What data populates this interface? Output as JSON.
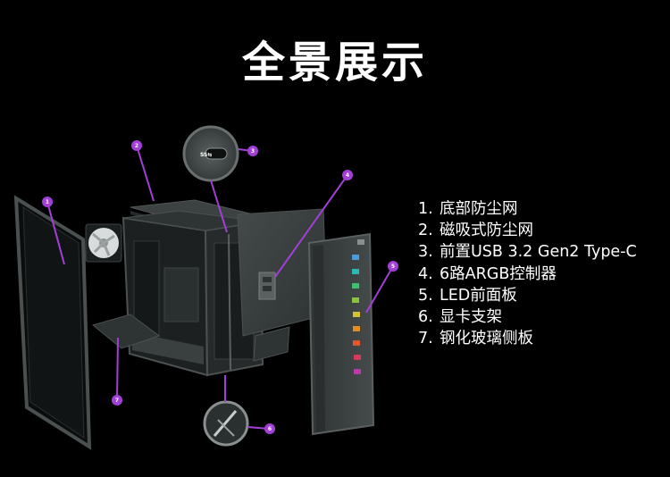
{
  "title": "全景展示",
  "colors": {
    "background": "#000000",
    "callout": "#a23fd6",
    "panel": "#3a3f3f",
    "text": "#ffffff"
  },
  "callouts": [
    {
      "number": "1",
      "label": "底部防尘网"
    },
    {
      "number": "2",
      "label": "磁吸式防尘网"
    },
    {
      "number": "3",
      "label": "前置USB 3.2 Gen2 Type-C"
    },
    {
      "number": "4",
      "label": "6路ARGB控制器"
    },
    {
      "number": "5",
      "label": "LED前面板"
    },
    {
      "number": "6",
      "label": "显卡支架"
    },
    {
      "number": "7",
      "label": "钢化玻璃侧板"
    }
  ],
  "usb_port_label": "SS⇆"
}
